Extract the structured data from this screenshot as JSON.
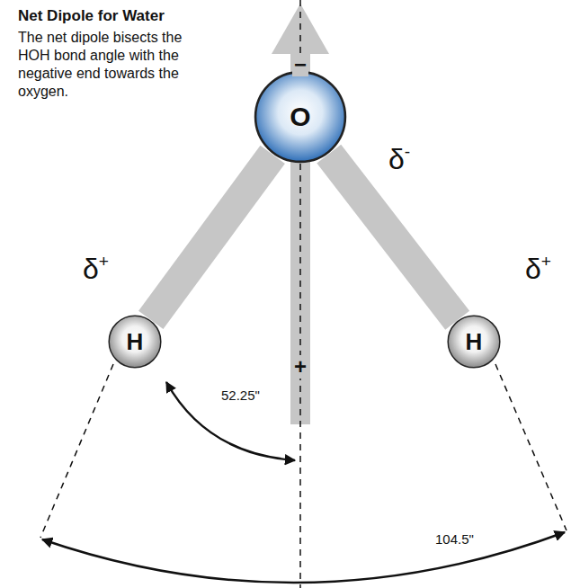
{
  "diagram": {
    "title": "Net Dipole for Water",
    "caption": "The net dipole bisects the HOH bond angle with the negative end towards the oxygen.",
    "nodes": [
      {
        "text": [
          "O"
        ]
      },
      {
        "text": [
          "H"
        ]
      },
      {
        "text": [
          "H"
        ]
      }
    ],
    "edges": [
      {
        "from": 0,
        "to": 1,
        "arrow": "none"
      },
      {
        "from": 0,
        "to": 2,
        "arrow": "none"
      }
    ],
    "labels": [
      "δ-",
      "δ+",
      "δ+",
      "−",
      "+",
      "52.25\"",
      "104.5\""
    ]
  }
}
